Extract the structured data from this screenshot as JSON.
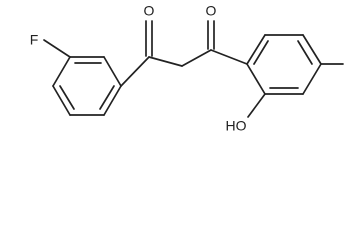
{
  "molecule": {
    "atoms": {
      "fluorine": "F",
      "carbonyl_oxygen_left": "O",
      "carbonyl_oxygen_right": "O",
      "hydroxyl": "HO"
    }
  },
  "colors": {
    "line": "#222222",
    "background": "#ffffff"
  }
}
